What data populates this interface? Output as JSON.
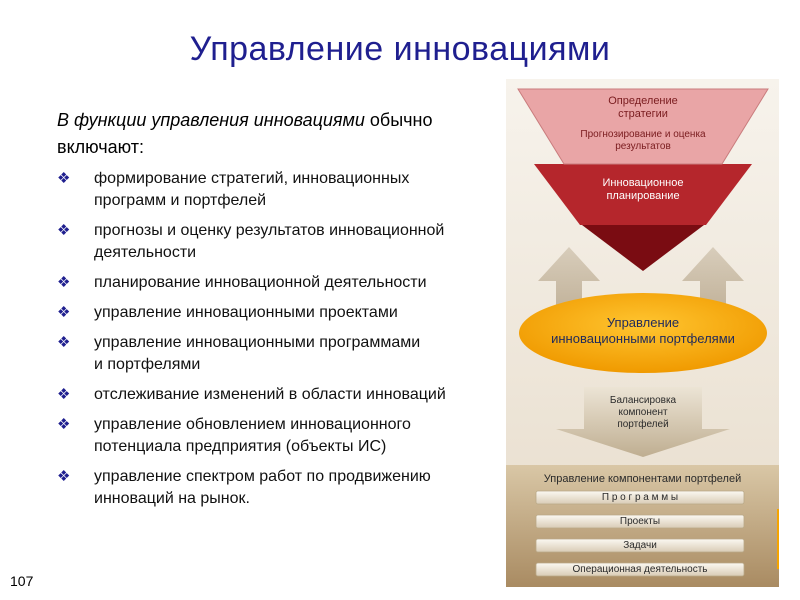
{
  "slide": {
    "title": "Управление инновациями",
    "intro_italic": "В функции управления инновациями",
    "intro_rest_line1": " обычно",
    "intro_line2": "включают:",
    "bullet_symbol": "❖",
    "bullets": [
      {
        "line1": "формирование стратегий, инновационных",
        "line2": "программ и портфелей"
      },
      {
        "line1": "прогнозы и оценку результатов инновационной",
        "line2": "деятельности"
      },
      {
        "line1": "планирование инновационной деятельности",
        "line2": ""
      },
      {
        "line1": "управление инновационными проектами",
        "line2": ""
      },
      {
        "line1": "управление инновационными программами",
        "line2": "и портфелями"
      },
      {
        "line1": "отслеживание изменений в области инноваций",
        "line2": ""
      },
      {
        "line1": "управление обновлением инновационного",
        "line2": "потенциала предприятия (объекты ИС)"
      },
      {
        "line1": "управление  спектром работ по продвижению",
        "line2": "инноваций на рынок."
      }
    ],
    "page_number": "107"
  },
  "diagram": {
    "top_line1": "Определение",
    "top_line2": "стратегии",
    "forecast_line1": "Прогнозирование и оценка",
    "forecast_line2": "результатов",
    "planning_line1": "Инновационное",
    "planning_line2": "планирование",
    "portfolio_line1": "Управление",
    "portfolio_line2": "инновационными портфелями",
    "balance_line1": "Балансировка",
    "balance_line2": "компонент",
    "balance_line3": "портфелей",
    "components_title": "Управление компонентами портфелей",
    "bars": [
      "П р о г р а м м ы",
      "Проекты",
      "Задачи",
      "Операционная деятельность"
    ]
  },
  "colors": {
    "title": "#1f1f8f",
    "funnel_light": "#e9a5a6",
    "funnel_mid": "#b5262c",
    "funnel_dark": "#7a0c12",
    "ellipse": "#f5a400",
    "panel": "#f2ede4",
    "base": "#d6c4a5"
  }
}
